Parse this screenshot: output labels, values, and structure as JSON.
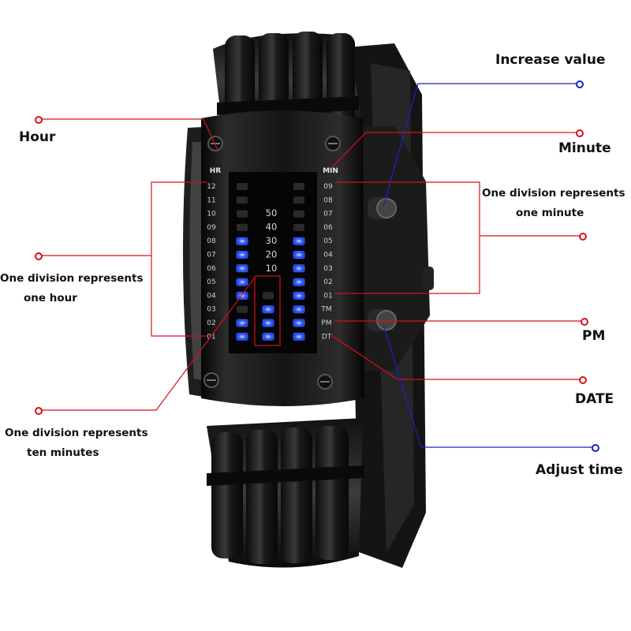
{
  "labels": {
    "increase_value": "Increase value",
    "hour": "Hour",
    "minute": "Minute",
    "one_minute_line1": "One division represents",
    "one_minute_line2": "one minute",
    "one_hour_line1": "One division represents",
    "one_hour_line2": "one hour",
    "pm": "PM",
    "date": "DATE",
    "ten_min_line1": "One division represents",
    "ten_min_line2": "ten minutes",
    "adjust_time": "Adjust time"
  },
  "watch": {
    "hour_marker": "HR",
    "minute_marker": "MIN",
    "hour_scale": [
      "12",
      "11",
      "10",
      "09",
      "08",
      "07",
      "06",
      "05",
      "04",
      "03",
      "02",
      "01"
    ],
    "minute_scale": [
      "09",
      "08",
      "07",
      "06",
      "05",
      "04",
      "03",
      "02",
      "01"
    ],
    "tm_label": "TM",
    "pm_label": "PM",
    "dt_label": "DT",
    "tens_scale": [
      "50",
      "40",
      "30",
      "20",
      "10"
    ],
    "hour_leds_lit": [
      false,
      false,
      false,
      false,
      true,
      true,
      true,
      true,
      true,
      false,
      true,
      true
    ],
    "tens_leds_lit": [
      false,
      false,
      false,
      false,
      false,
      false,
      false,
      false,
      false,
      true,
      true,
      true
    ],
    "minute_leds_lit": [
      false,
      false,
      false,
      false,
      true,
      true,
      true,
      true,
      true,
      true,
      true,
      true
    ]
  },
  "colors": {
    "callout_red": "#d6101a",
    "callout_blue": "#1a22c8",
    "led_on": "#2f5bff",
    "led_off": "#2a2a2a"
  }
}
